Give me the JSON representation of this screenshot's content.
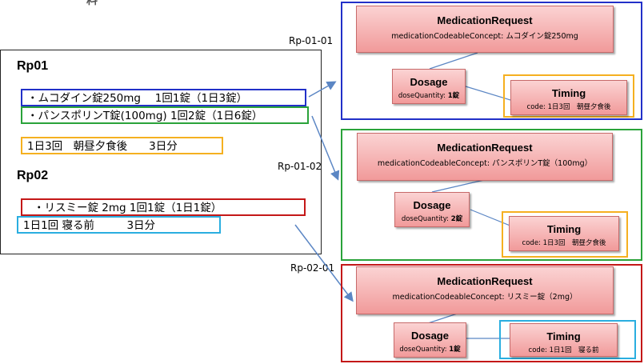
{
  "top_fragment": "料",
  "prescription": {
    "rp01": {
      "heading": "Rp01",
      "line1": "・ムコダイン錠250mg　 1回1錠（1日3錠）",
      "line2": "・パンスポリンT錠(100mg)  1回2錠（1日6錠）",
      "line3": "1日3回　朝昼夕食後　　3日分"
    },
    "rp02": {
      "heading": "Rp02",
      "line1": "・リスミー錠 2mg 1回1錠（1日1錠）",
      "line2": "1日1回 寝る前　　　3日分"
    }
  },
  "labels": {
    "rp0101": "Rp-01-01",
    "rp0102": "Rp-01-02",
    "rp0201": "Rp-02-01"
  },
  "resources": [
    {
      "request_title": "MedicationRequest",
      "request_key": "medicationCodeableConcept:",
      "request_value": "ムコダイン錠250mg",
      "dosage_title": "Dosage",
      "dosage_key": "doseQuantity:",
      "dosage_value": "1錠",
      "timing_title": "Timing",
      "timing_key": "code:",
      "timing_value": "1日3回　朝昼夕食後",
      "frame_color": "#2230c8"
    },
    {
      "request_title": "MedicationRequest",
      "request_key": "medicationCodeableConcept:",
      "request_value": "パンスポリンT錠（100mg）",
      "dosage_title": "Dosage",
      "dosage_key": "doseQuantity:",
      "dosage_value": "2錠",
      "timing_title": "Timing",
      "timing_key": "code:",
      "timing_value": "1日3回　朝昼夕食後",
      "frame_color": "#2aa33a"
    },
    {
      "request_title": "MedicationRequest",
      "request_key": "medicationCodeableConcept:",
      "request_value": "リスミー錠（2mg）",
      "dosage_title": "Dosage",
      "dosage_key": "doseQuantity:",
      "dosage_value": "1錠",
      "timing_title": "Timing",
      "timing_key": "code:",
      "timing_value": "1日1回　寝る前",
      "frame_color": "#c41818"
    }
  ]
}
